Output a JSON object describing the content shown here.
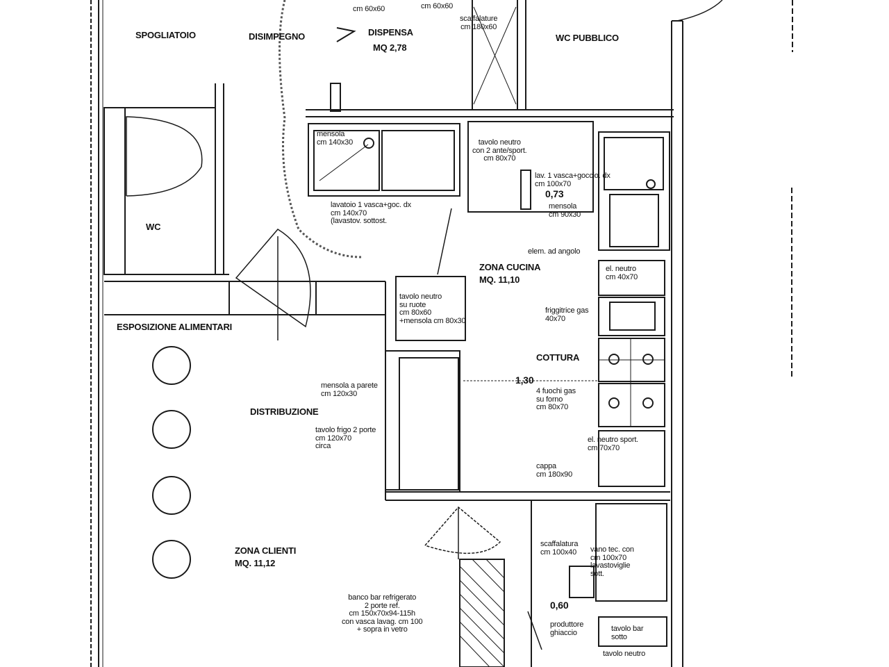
{
  "rooms": {
    "spogliatoio": "SPOGLIATOIO",
    "disimpegno": "DISIMPEGNO",
    "dispensa": "DISPENSA",
    "dispensa_area": "MQ 2,78",
    "wc_pubblico": "WC PUBBLICO",
    "wc": "WC",
    "zona_cucina": "ZONA CUCINA",
    "zona_cucina_area": "MQ. 11,10",
    "esposizione": "ESPOSIZIONE ALIMENTARI",
    "distribuzione": "DISTRIBUZIONE",
    "cottura": "COTTURA",
    "zona_clienti": "ZONA CLIENTI",
    "zona_clienti_area": "MQ. 11,12"
  },
  "notes": {
    "top_small_1": "cm 60x60",
    "top_small_2": "cm 60x60",
    "scaffalature": "scaffalature",
    "scaffalature_dim": "cm 180x60",
    "mensola_1": "mensola",
    "mensola_1_dim": "cm 140x30",
    "lavello_neutro_1": "tavolo neutro",
    "lavello_neutro_2": "con 2 ante/sport.",
    "lavello_neutro_3": "cm 80x70",
    "lavatoio_1": "lavatoio 1 vasca+goc. dx",
    "lavatoio_2": "cm 140x70",
    "lavatoio_3": "(lavastov. sottost.",
    "lav_vasca_1": "lav. 1 vasca+goccio. dx",
    "lav_vasca_2": "cm 100x70",
    "mensola_2": "mensola",
    "mensola_2_dim": "cm 90x30",
    "elem_1": "elem. ad angolo",
    "el_neutro_1": "el. neutro",
    "el_neutro_2": "cm 40x70",
    "tavolo_neutro_1": "tavolo neutro",
    "tavolo_neutro_2": "su ruote",
    "tavolo_neutro_3": "cm 80x60",
    "tavolo_neutro_4": "+mensola cm 80x30",
    "friggitrice_1": "friggitrice gas",
    "friggitrice_2": "40x70",
    "mensola_3_1": "mensola a parete",
    "mensola_3_2": "cm 120x30",
    "tavolo_frigo_1": "tavolo frigo 2 porte",
    "tavolo_frigo_2": "cm 120x70",
    "tavolo_frigo_3": "circa",
    "fuochi_1": "4 fuochi gas",
    "fuochi_2": "su forno",
    "fuochi_3": "cm 80x70",
    "el_neutro_sport_1": "el. neutro sport.",
    "el_neutro_sport_2": "cm 70x70",
    "cappa_1": "cappa",
    "cappa_2": "cm 180x90",
    "scaffalatura_2_1": "scaffalatura",
    "scaffalatura_2_2": "cm 100x40",
    "vano_1": "vano tec. con",
    "vano_2": "cm 100x70",
    "vano_3": "lavastoviglie",
    "vano_4": "sott.",
    "banco_1": "banco bar refrigerato",
    "banco_2": "2 porte ref.",
    "banco_3": "cm 150x70x94-115h",
    "banco_4": "con vasca lavag. cm 100",
    "banco_5": "+ sopra in vetro",
    "prod_1": "produttore",
    "prod_2": "ghiaccio",
    "tav_1": "tavolo bar",
    "tav_2": "sotto",
    "tav_3": "tavolo neutro",
    "dim_073": "0,73",
    "dim_130": "1,30",
    "dim_060": "0,60"
  },
  "colors": {
    "line": "#1a1a1a",
    "paper": "#ffffff"
  }
}
